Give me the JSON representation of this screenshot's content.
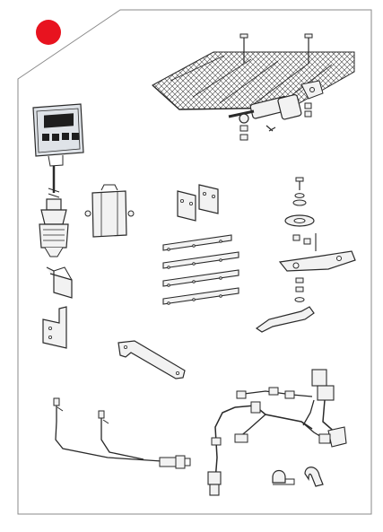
{
  "colors": {
    "marker": "#e8131f",
    "frame": "#8a8a8a",
    "line": "#2a2a2a",
    "part_fill": "#f2f2f2",
    "display_screen": "#1e1e1e",
    "display_bezel": "#dfe3e8"
  },
  "marker_shape": "red-dot",
  "display": {
    "button_icons": [
      "power-icon",
      "tilt-icon",
      "horn-icon",
      "speed-icon"
    ]
  },
  "parts": [
    "boom-section-with-actuator",
    "control-display",
    "joystick-cable",
    "bracket-block",
    "mount-plates",
    "rail-bars",
    "pivot-hardware-stack",
    "l-brackets",
    "long-bracket-arm",
    "sensor-cable-harness",
    "wiring-harness",
    "cable-clips"
  ]
}
